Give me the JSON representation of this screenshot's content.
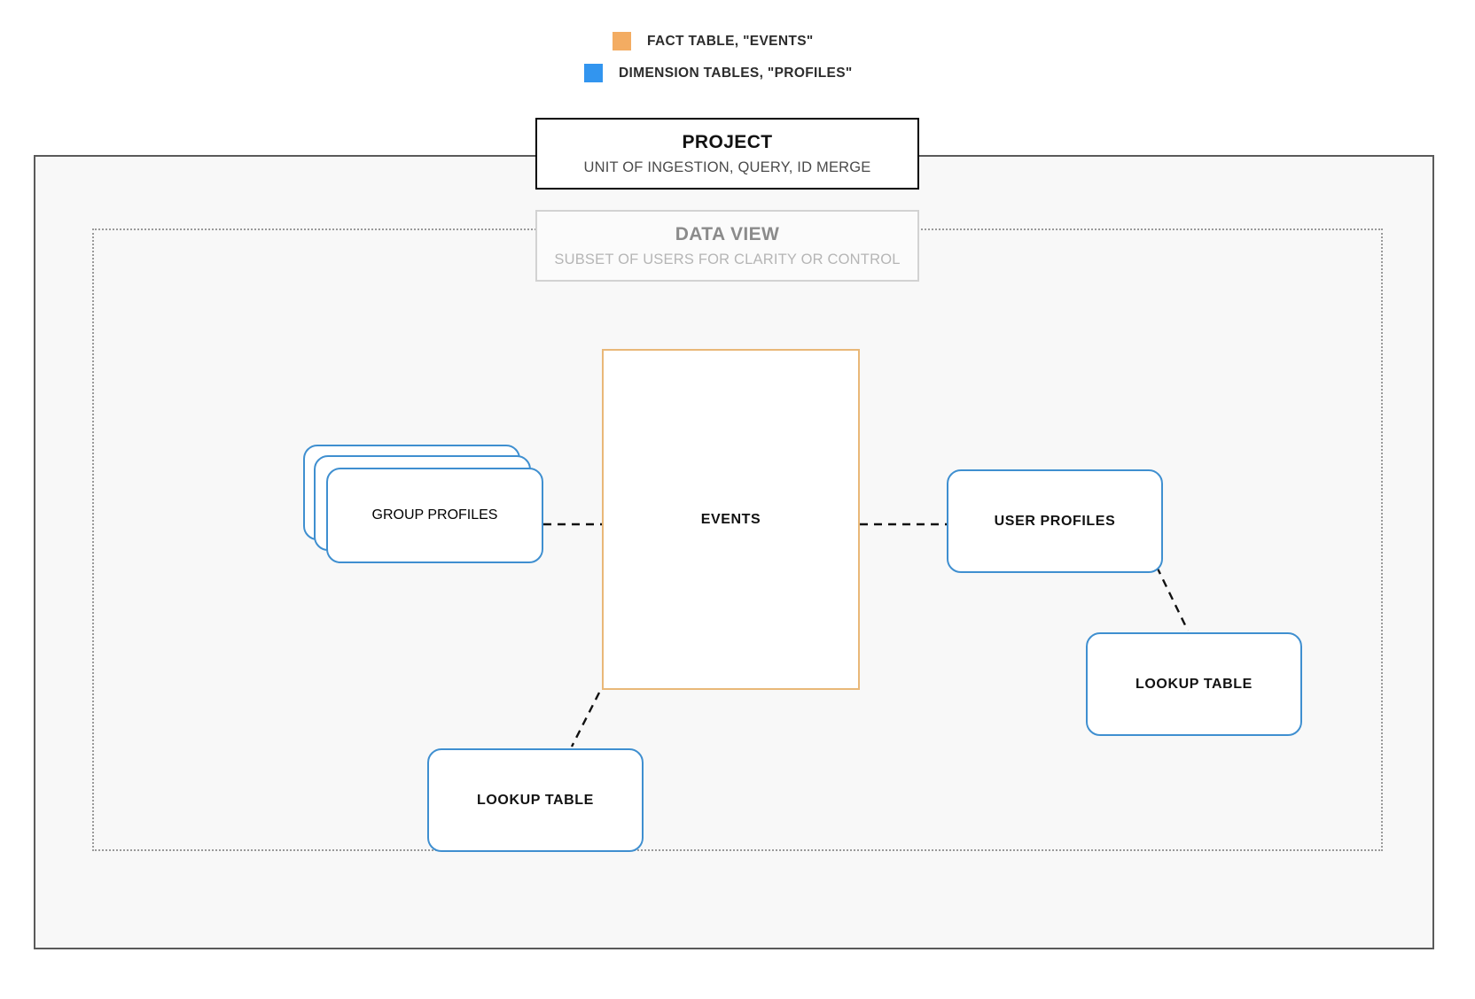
{
  "legend": {
    "items": [
      {
        "label": "FACT TABLE, \"EVENTS\"",
        "color": "#f3ac62",
        "icon": "square-swatch-icon"
      },
      {
        "label": "DIMENSION TABLES, \"PROFILES\"",
        "color": "#3295ef",
        "icon": "square-swatch-icon"
      }
    ]
  },
  "containers": {
    "project": {
      "title": "PROJECT",
      "subtitle": "UNIT OF INGESTION, QUERY, ID MERGE",
      "border_color": "#000000",
      "fill_color": "#f8f8f8"
    },
    "data_view": {
      "title": "DATA VIEW",
      "subtitle": "SUBSET OF USERS FOR CLARITY OR CONTROL",
      "border_color": "#d2d2d2",
      "border_style": "dotted"
    }
  },
  "nodes": {
    "events": {
      "label": "EVENTS",
      "type": "fact-table",
      "color": "#e9b878"
    },
    "group_profiles": {
      "label": "GROUP PROFILES",
      "type": "dimension-table-stack",
      "color": "#3f8fd0",
      "stack_count": 3
    },
    "user_profiles": {
      "label": "USER PROFILES",
      "type": "dimension-table",
      "color": "#3f8fd0"
    },
    "lookup_table_right": {
      "label": "LOOKUP TABLE",
      "type": "dimension-table",
      "color": "#3f8fd0"
    },
    "lookup_table_left": {
      "label": "LOOKUP TABLE",
      "type": "dimension-table",
      "color": "#3f8fd0"
    }
  },
  "edges": [
    {
      "from": "group_profiles",
      "to": "events",
      "style": "dashed"
    },
    {
      "from": "events",
      "to": "user_profiles",
      "style": "dashed"
    },
    {
      "from": "user_profiles",
      "to": "lookup_table_right",
      "style": "dashed"
    },
    {
      "from": "events",
      "to": "lookup_table_left",
      "style": "dashed"
    }
  ]
}
